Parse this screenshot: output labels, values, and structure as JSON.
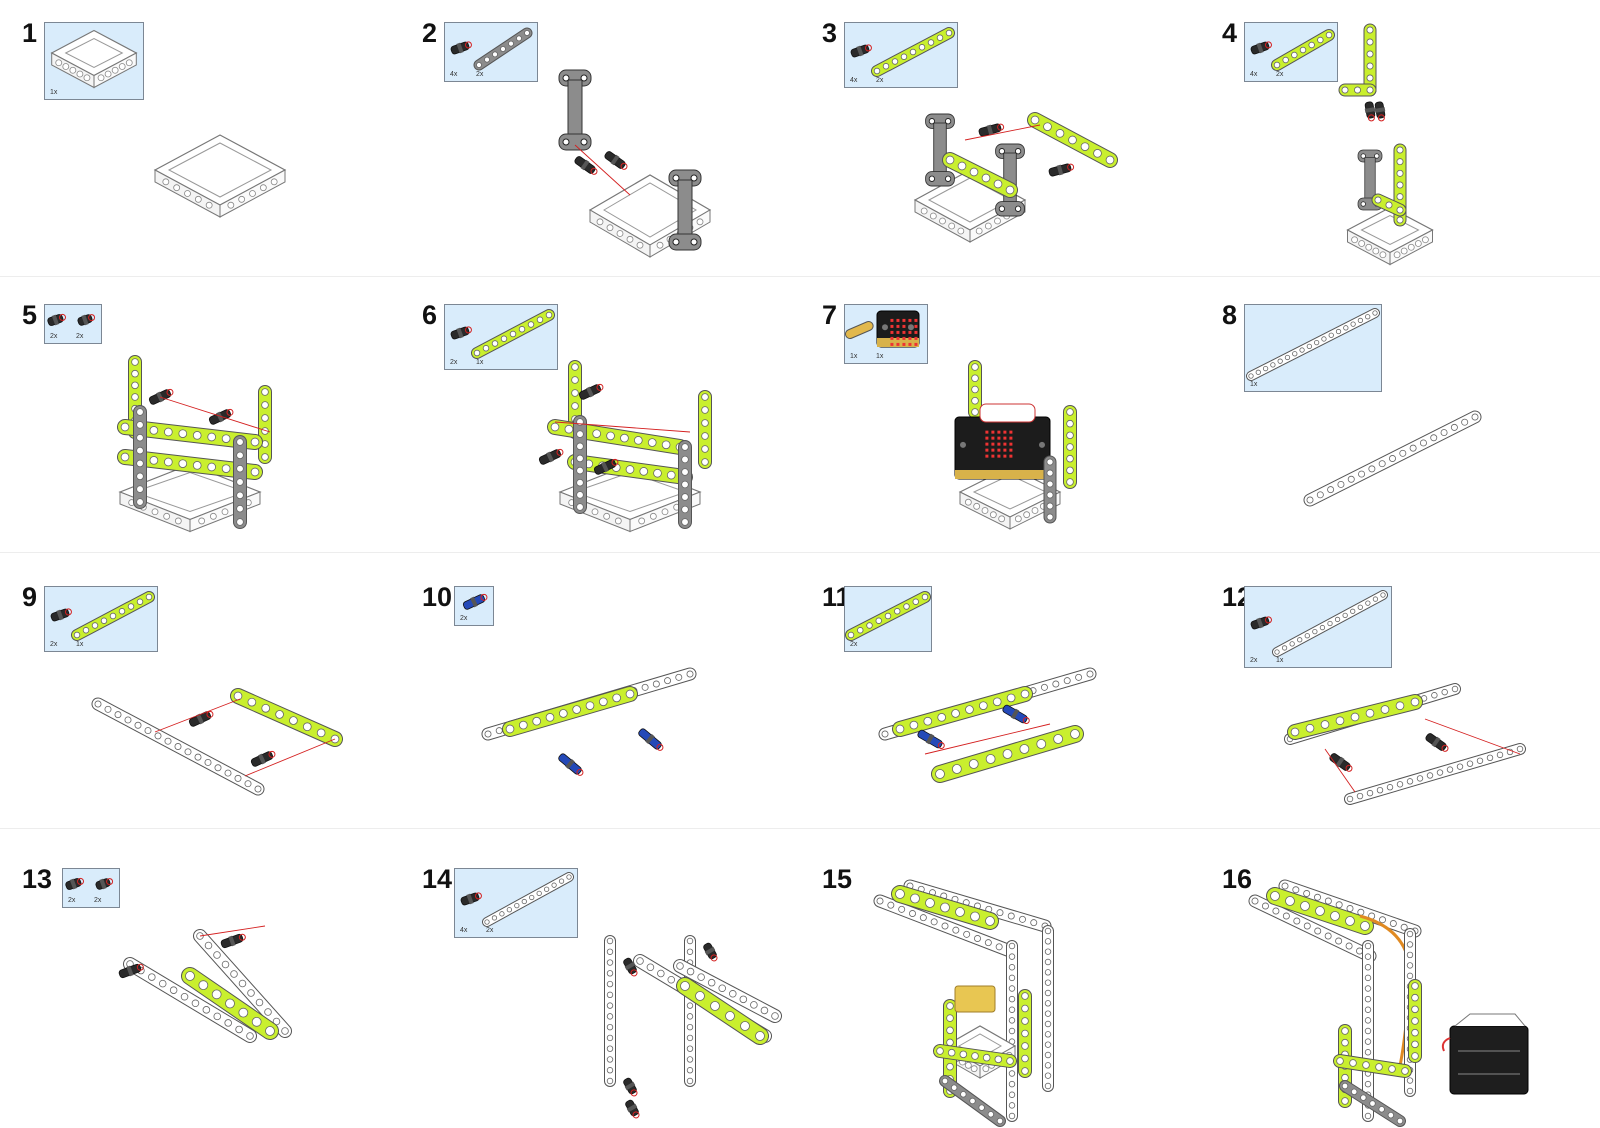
{
  "steps": [
    {
      "num": "1",
      "parts": [
        {
          "qty": "1x",
          "icon": "white-frame-icon"
        }
      ]
    },
    {
      "num": "2",
      "parts": [
        {
          "qty": "4x",
          "icon": "black-pin-icon"
        },
        {
          "qty": "2x",
          "icon": "gray-h-beam-icon"
        }
      ]
    },
    {
      "num": "3",
      "parts": [
        {
          "qty": "4x",
          "icon": "black-pin-icon"
        },
        {
          "qty": "2x",
          "icon": "green-beam-icon"
        }
      ]
    },
    {
      "num": "4",
      "parts": [
        {
          "qty": "4x",
          "icon": "black-pin-icon"
        },
        {
          "qty": "2x",
          "icon": "green-l-beam-icon"
        }
      ]
    },
    {
      "num": "5",
      "parts": [
        {
          "qty": "2x",
          "icon": "black-pin-icon"
        },
        {
          "qty": "2x",
          "icon": "pin-connector-icon"
        }
      ]
    },
    {
      "num": "6",
      "parts": [
        {
          "qty": "2x",
          "icon": "black-pin-icon"
        },
        {
          "qty": "1x",
          "icon": "green-beam-icon"
        }
      ]
    },
    {
      "num": "7",
      "parts": [
        {
          "qty": "1x",
          "icon": "yellow-board-icon"
        },
        {
          "qty": "1x",
          "icon": "microbit-icon"
        }
      ]
    },
    {
      "num": "8",
      "parts": [
        {
          "qty": "1x",
          "icon": "long-white-beam-icon"
        }
      ]
    },
    {
      "num": "9",
      "parts": [
        {
          "qty": "2x",
          "icon": "black-pin-icon"
        },
        {
          "qty": "1x",
          "icon": "green-beam-icon"
        }
      ]
    },
    {
      "num": "10",
      "parts": [
        {
          "qty": "2x",
          "icon": "blue-axle-pin-icon"
        }
      ]
    },
    {
      "num": "11",
      "parts": [
        {
          "qty": "2x",
          "icon": "green-beam-icon"
        }
      ]
    },
    {
      "num": "12",
      "parts": [
        {
          "qty": "2x",
          "icon": "black-pin-icon"
        },
        {
          "qty": "1x",
          "icon": "long-white-beam-icon"
        }
      ]
    },
    {
      "num": "13",
      "parts": [
        {
          "qty": "2x",
          "icon": "black-pin-icon"
        },
        {
          "qty": "2x",
          "icon": "pin-connector-icon"
        }
      ]
    },
    {
      "num": "14",
      "parts": [
        {
          "qty": "4x",
          "icon": "black-pin-icon"
        },
        {
          "qty": "2x",
          "icon": "long-white-beam-icon"
        }
      ]
    },
    {
      "num": "15",
      "parts": []
    },
    {
      "num": "16",
      "parts": []
    }
  ],
  "colors": {
    "panel": "#d9ecfb",
    "lime": "#c9ef2e",
    "gray": "#8c8c8c",
    "white_part": "#ffffff",
    "black": "#2a2a2a",
    "blue": "#2449b8",
    "guide_red": "#d42020"
  }
}
